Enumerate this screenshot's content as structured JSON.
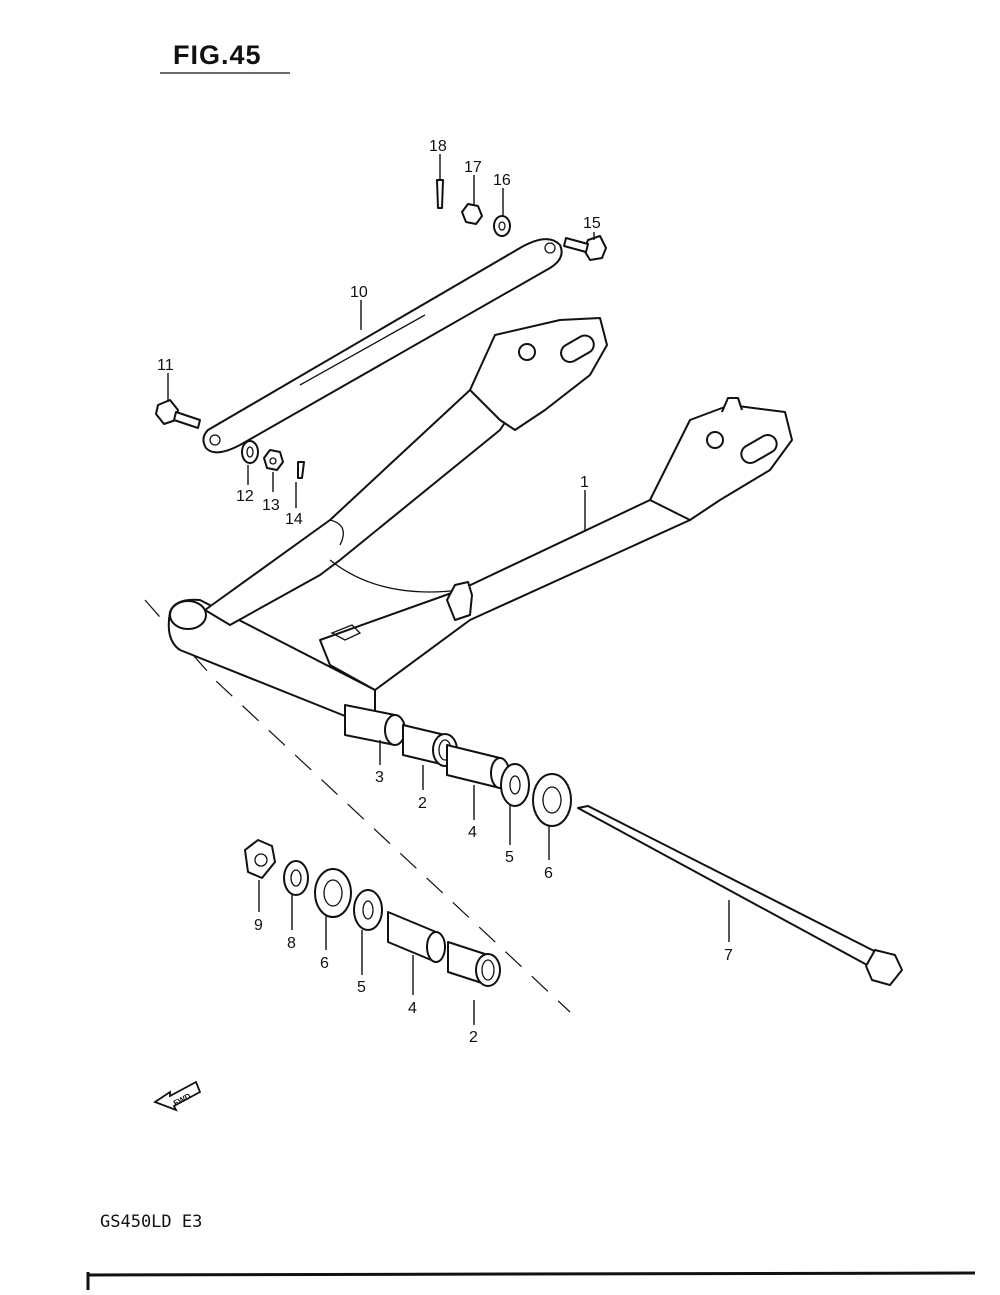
{
  "header": {
    "figure_title": "FIG.45"
  },
  "footer": {
    "model_code": "GS450LD E3"
  },
  "fwd_label": "FWD",
  "callouts": [
    {
      "id": "c1",
      "label": "1"
    },
    {
      "id": "c2a",
      "label": "2"
    },
    {
      "id": "c2b",
      "label": "2"
    },
    {
      "id": "c3",
      "label": "3"
    },
    {
      "id": "c4a",
      "label": "4"
    },
    {
      "id": "c4b",
      "label": "4"
    },
    {
      "id": "c5a",
      "label": "5"
    },
    {
      "id": "c5b",
      "label": "5"
    },
    {
      "id": "c6a",
      "label": "6"
    },
    {
      "id": "c6b",
      "label": "6"
    },
    {
      "id": "c7",
      "label": "7"
    },
    {
      "id": "c8",
      "label": "8"
    },
    {
      "id": "c9",
      "label": "9"
    },
    {
      "id": "c10",
      "label": "10"
    },
    {
      "id": "c11",
      "label": "11"
    },
    {
      "id": "c12",
      "label": "12"
    },
    {
      "id": "c13",
      "label": "13"
    },
    {
      "id": "c14",
      "label": "14"
    },
    {
      "id": "c15",
      "label": "15"
    },
    {
      "id": "c16",
      "label": "16"
    },
    {
      "id": "c17",
      "label": "17"
    },
    {
      "id": "c18",
      "label": "18"
    }
  ]
}
